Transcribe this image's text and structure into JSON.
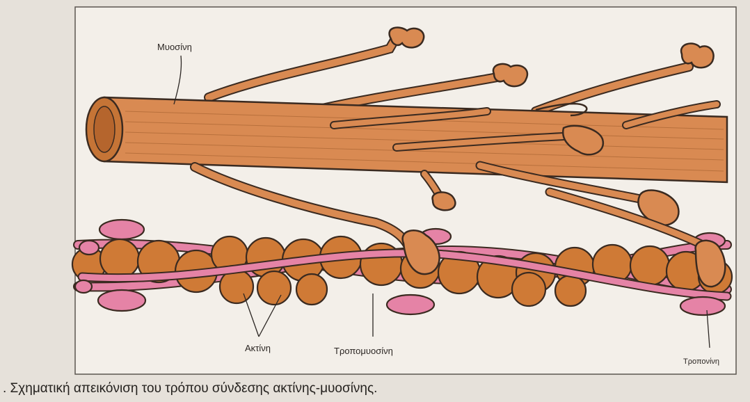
{
  "figure": {
    "labels": {
      "myosin": "Μυοσίνη",
      "actin": "Ακτίνη",
      "tropomyosin": "Τροπομυοσίνη",
      "troponin": "Τροπονίνη"
    },
    "caption": ". Σχηματική απεικόνιση του τρόπου σύνδεσης ακτίνης-μυοσίνης."
  },
  "colors": {
    "page": "#e9e4dd",
    "frame_bg": "#f2eee8",
    "myosin": "#d98a52",
    "myosin_dark": "#c57436",
    "actin": "#cf7a36",
    "tropomyosin": "#e583a6",
    "outline": "#3a2a20"
  }
}
